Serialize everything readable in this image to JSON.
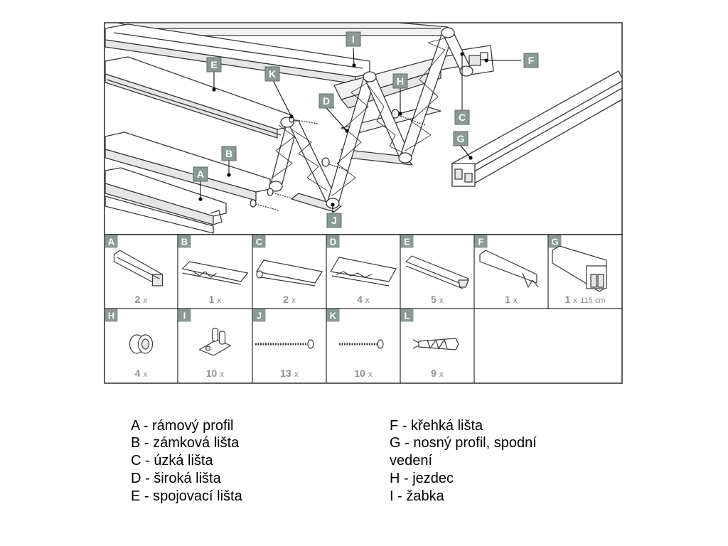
{
  "diagram": {
    "callouts": [
      "I",
      "E",
      "K",
      "D",
      "H",
      "F",
      "C",
      "G",
      "B",
      "A",
      "J"
    ],
    "colors": {
      "outline": "#3a3a3a",
      "fill": "#ffffff",
      "shade": "#e6e6e6",
      "label_box": "#8a9a96",
      "label_text": "#ffffff",
      "qty_text": "#8f8f8f",
      "grid": "#2c2c2c"
    }
  },
  "parts": [
    {
      "letter": "A",
      "count": "2",
      "unit": "x",
      "extra": "",
      "icon": "frame-profile-icon"
    },
    {
      "letter": "B",
      "count": "1",
      "unit": "x",
      "extra": "",
      "icon": "lock-strip-icon"
    },
    {
      "letter": "C",
      "count": "2",
      "unit": "x",
      "extra": "",
      "icon": "narrow-strip-icon"
    },
    {
      "letter": "D",
      "count": "4",
      "unit": "x",
      "extra": "",
      "icon": "wide-strip-icon"
    },
    {
      "letter": "E",
      "count": "5",
      "unit": "x",
      "extra": "",
      "icon": "connecting-strip-icon"
    },
    {
      "letter": "F",
      "count": "1",
      "unit": "x",
      "extra": "",
      "icon": "fragile-strip-icon"
    },
    {
      "letter": "G",
      "count": "1",
      "unit": "x",
      "extra": "115 cm",
      "icon": "bearing-profile-icon"
    },
    {
      "letter": "H",
      "count": "4",
      "unit": "x",
      "extra": "",
      "icon": "runner-icon"
    },
    {
      "letter": "I",
      "count": "10",
      "unit": "x",
      "extra": "",
      "icon": "clip-icon"
    },
    {
      "letter": "J",
      "count": "13",
      "unit": "x",
      "extra": "",
      "icon": "long-screw-icon"
    },
    {
      "letter": "K",
      "count": "10",
      "unit": "x",
      "extra": "",
      "icon": "short-screw-icon"
    },
    {
      "letter": "L",
      "count": "9",
      "unit": "x",
      "extra": "",
      "icon": "wall-plug-icon"
    }
  ],
  "legend": {
    "left": [
      "A - rámový profil",
      "B - zámková lišta",
      "C - úzká lišta",
      "D - široká lišta",
      "E - spojovací lišta"
    ],
    "right": [
      "F - křehká lišta",
      "G - nosný profil, spodní",
      "vedení",
      "H - jezdec",
      "I  - žabka"
    ]
  }
}
